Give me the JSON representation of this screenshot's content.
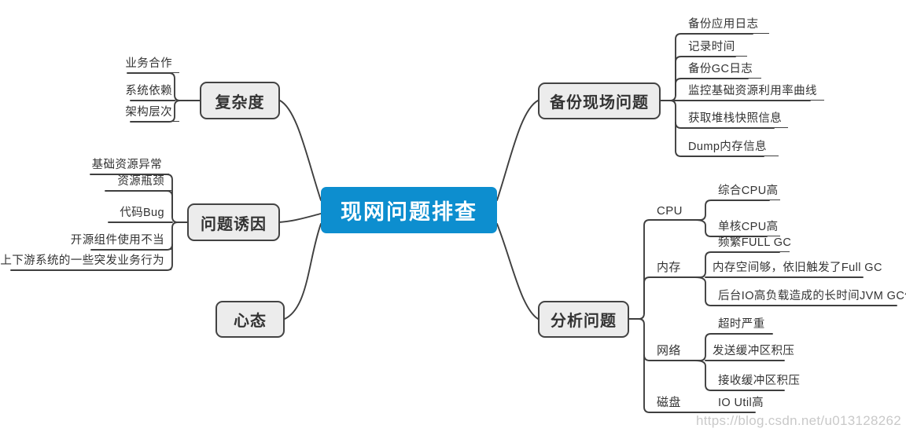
{
  "diagram": {
    "type": "mindmap",
    "title": "现网问题排查",
    "colors": {
      "root_fill": "#0d8ecf",
      "root_text": "#ffffff",
      "node_fill": "#ececec",
      "node_border": "#434343",
      "node_text": "#333333",
      "link": "#3f3f3f",
      "watermark": "#c9c9c9"
    },
    "root": {
      "label": "现网问题排查"
    },
    "branches": [
      {
        "id": "complexity",
        "label": "复杂度",
        "side": "left",
        "children": [
          {
            "label": "业务合作"
          },
          {
            "label": "系统依赖"
          },
          {
            "label": "架构层次"
          }
        ]
      },
      {
        "id": "causes",
        "label": "问题诱因",
        "side": "left",
        "children": [
          {
            "label": "基础资源异常"
          },
          {
            "label": "资源瓶颈"
          },
          {
            "label": "代码Bug"
          },
          {
            "label": "开源组件使用不当"
          },
          {
            "label": "上下游系统的一些突发业务行为"
          }
        ]
      },
      {
        "id": "mindset",
        "label": "心态",
        "side": "left",
        "children": []
      },
      {
        "id": "backup",
        "label": "备份现场问题",
        "side": "right",
        "children": [
          {
            "label": "备份应用日志"
          },
          {
            "label": "记录时间"
          },
          {
            "label": "备份GC日志"
          },
          {
            "label": "监控基础资源利用率曲线"
          },
          {
            "label": "获取堆栈快照信息"
          },
          {
            "label": "Dump内存信息"
          }
        ]
      },
      {
        "id": "analyze",
        "label": "分析问题",
        "side": "right",
        "groups": [
          {
            "label": "CPU",
            "children": [
              {
                "label": "综合CPU高"
              },
              {
                "label": "单核CPU高"
              }
            ]
          },
          {
            "label": "内存",
            "children": [
              {
                "label": "频繁FULL GC"
              },
              {
                "label": "内存空间够，依旧触发了Full GC"
              },
              {
                "label": "后台IO高负载造成的长时间JVM GC停顿"
              }
            ]
          },
          {
            "label": "网络",
            "children": [
              {
                "label": "超时严重"
              },
              {
                "label": "发送缓冲区积压"
              },
              {
                "label": "接收缓冲区积压"
              }
            ]
          },
          {
            "label": "磁盘",
            "children": [
              {
                "label": "IO Util高"
              }
            ]
          }
        ]
      }
    ]
  },
  "watermark": {
    "text": "https://blog.csdn.net/u013128262"
  }
}
